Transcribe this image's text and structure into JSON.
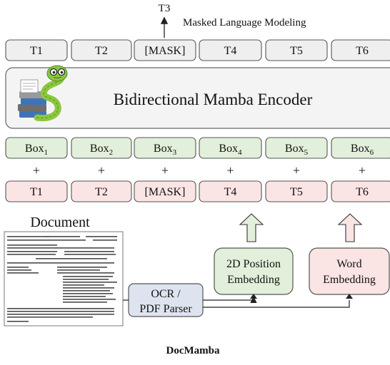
{
  "top_label": "T3",
  "task_label": "Masked Language Modeling",
  "output_tokens": [
    "T1",
    "T2",
    "[MASK]",
    "T4",
    "T5",
    "T6"
  ],
  "encoder_label": "Bidirectional Mamba Encoder",
  "box_tokens": [
    {
      "base": "Box",
      "sub": "1"
    },
    {
      "base": "Box",
      "sub": "2"
    },
    {
      "base": "Box",
      "sub": "3"
    },
    {
      "base": "Box",
      "sub": "4"
    },
    {
      "base": "Box",
      "sub": "5"
    },
    {
      "base": "Box",
      "sub": "6"
    }
  ],
  "plus_symbol": "+",
  "input_tokens": [
    "T1",
    "T2",
    "[MASK]",
    "T4",
    "T5",
    "T6"
  ],
  "document_label": "Document",
  "ocr_label": [
    "OCR /",
    "PDF Parser"
  ],
  "position_embedding_label": [
    "2D Position",
    "Embedding"
  ],
  "word_embedding_label": [
    "Word",
    "Embedding"
  ],
  "caption": "DocMamba",
  "colors": {
    "token_gray": "#efefef",
    "box_green": "#e2efda",
    "word_pink": "#fbe4e4",
    "parser_blue": "#dee4ef",
    "border": "#555555"
  }
}
